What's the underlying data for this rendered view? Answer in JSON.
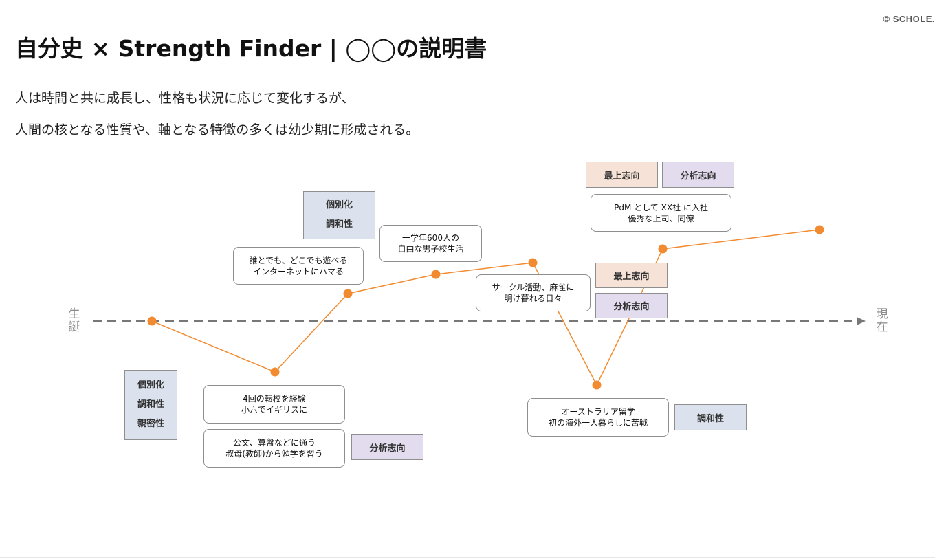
{
  "copyright": "© SCHOLE.",
  "title": "自分史 × Strength Finder | ◯◯の説明書",
  "intro": [
    "人は時間と共に成長し、性格も状況に応じて変化するが、",
    "人間の核となる性質や、軸となる特徴の多くは幼少期に形成される。"
  ],
  "axis": {
    "start_label": "生誕",
    "end_label": "現在"
  },
  "colors": {
    "curve": "#f28b30",
    "axis": "#777777",
    "tag_blue": "#dbe2ee",
    "tag_peach": "#f6e2d6",
    "tag_purple": "#e3dcef"
  },
  "notes": [
    {
      "id": "note-transfer",
      "lines": [
        "4回の転校を経験",
        "小六でイギリスに"
      ]
    },
    {
      "id": "note-study",
      "lines": [
        "公文、算盤などに通う",
        "叔母(教師)から勉学を習う"
      ]
    },
    {
      "id": "note-play",
      "lines": [
        "誰とでも、どこでも遊べる",
        "インターネットにハマる"
      ]
    },
    {
      "id": "note-school",
      "lines": [
        "一学年600人の",
        "自由な男子校生活"
      ]
    },
    {
      "id": "note-circle",
      "lines": [
        "サークル活動、麻雀に",
        "明け暮れる日々"
      ]
    },
    {
      "id": "note-australia",
      "lines": [
        "オーストラリア留学",
        "初の海外一人暮らしに苦戦"
      ]
    },
    {
      "id": "note-pdm",
      "lines": [
        "PdM として XX社 に入社",
        "優秀な上司、同僚"
      ]
    }
  ],
  "tags": {
    "childhood": [
      "個別化",
      "調和性",
      "親密性"
    ],
    "study_tag": "分析志向",
    "youth": [
      "個別化",
      "調和性"
    ],
    "mid_top": "最上志向",
    "mid_bottom": "分析志向",
    "australia_tag": "調和性",
    "top_left": "最上志向",
    "top_right": "分析志向"
  },
  "life_curve": {
    "type": "line",
    "x_labels": [
      "生誕",
      "現在"
    ],
    "points_order": [
      1,
      2,
      3,
      4,
      5,
      6,
      7,
      8
    ],
    "values": [
      0,
      -1.2,
      0.6,
      1.0,
      1.2,
      -1.3,
      1.5,
      1.9
    ]
  }
}
